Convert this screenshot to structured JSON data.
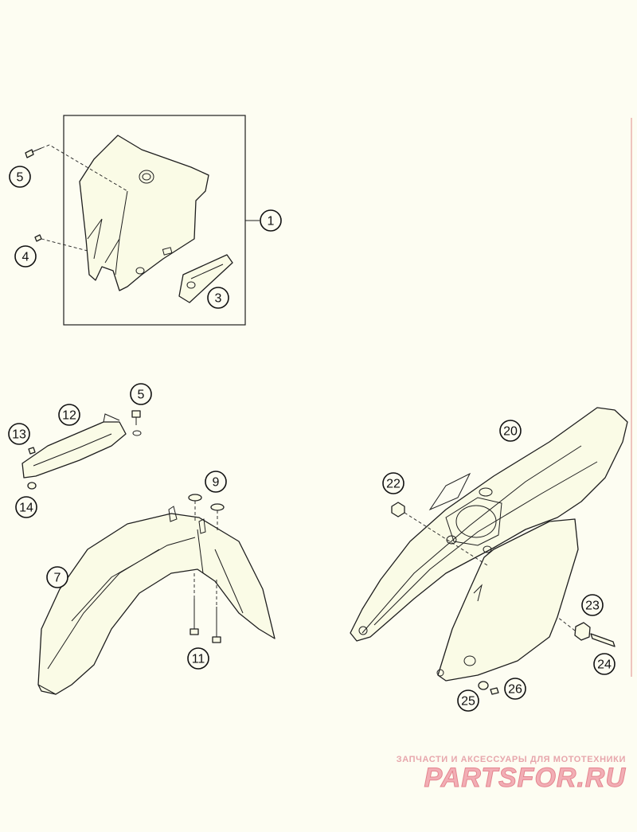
{
  "callouts": {
    "c1": "1",
    "c3": "3",
    "c4": "4",
    "c5a": "5",
    "c5b": "5",
    "c7": "7",
    "c9": "9",
    "c11": "11",
    "c12": "12",
    "c13": "13",
    "c14": "14",
    "c20": "20",
    "c22": "22",
    "c23": "23",
    "c24": "24",
    "c25": "25",
    "c26": "26"
  },
  "watermark": {
    "line1": "ЗАПЧАСТИ И АКСЕССУАРЫ ДЛЯ МОТОТЕХНИКИ",
    "line2": "PARTSFOR.RU"
  },
  "colors": {
    "background": "#fdfdf2",
    "line": "#1e1e1e",
    "watermark": "#f2aeb5"
  }
}
